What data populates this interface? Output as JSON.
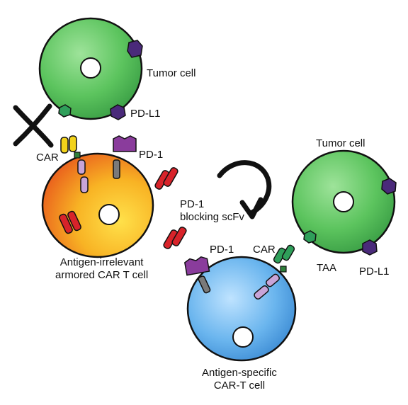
{
  "labels": {
    "tumor_cell_top": "Tumor cell",
    "pdl1_top": "PD-L1",
    "car_left": "CAR",
    "pd1_left": "PD-1",
    "pd1_blocking_line1": "PD-1",
    "pd1_blocking_line2": "blocking scFv",
    "armored_line1": "Antigen-irrelevant",
    "armored_line2": "armored CAR T cell",
    "pd1_bottom": "PD-1",
    "car_bottom": "CAR",
    "tumor_cell_right": "Tumor cell",
    "taa": "TAA",
    "pdl1_right": "PD-L1",
    "specific_line1": "Antigen-specific",
    "specific_line2": "CAR-T cell"
  },
  "colors": {
    "tumor_green": "#5cc45e",
    "car_t_orange": "#f59a1e",
    "car_t_blue": "#4a9ee0",
    "pdl1_purple": "#4a2a7a",
    "taa_green": "#2f9f5a",
    "car_yellow": "#f2d21a",
    "scfv_red": "#d8232a",
    "pd1_purple": "#8a3c9c"
  },
  "icons": {
    "block_mark": "x-mark-icon",
    "flow_arrow": "curved-arrow-icon"
  }
}
